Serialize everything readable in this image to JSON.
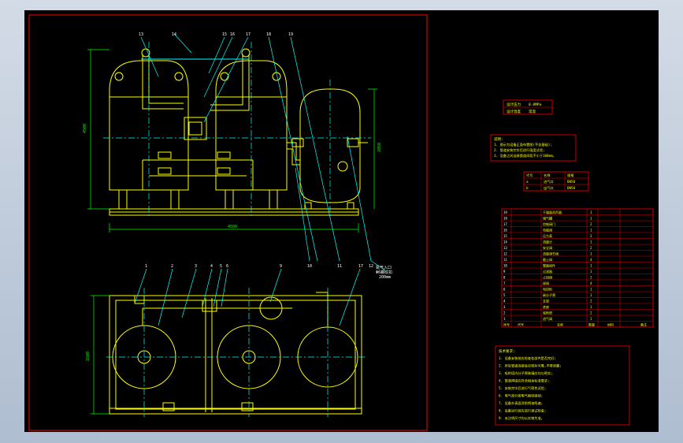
{
  "drawing": {
    "background": "#000000",
    "colors": {
      "outline": "#ff0000",
      "drawing": "#ffff00",
      "centerline": "#00ffff",
      "dim": "#00ff00",
      "text": "#ffffff",
      "accent": "#ff00ff"
    }
  },
  "callouts_top": [
    "13",
    "14",
    "15",
    "16",
    "17",
    "18",
    "19"
  ],
  "callouts_mid": [
    "10",
    "11",
    "12"
  ],
  "callouts_bottom": [
    "1",
    "2",
    "3",
    "4",
    "5",
    "6",
    "9",
    "17"
  ],
  "dims": {
    "width_top": "4500",
    "height_left": "4500",
    "tank_height": "2850",
    "plan_depth": "1600"
  },
  "annotation": {
    "line1": "氮气入口",
    "line2": "Φ6螺纹扣",
    "line3": "200mm"
  },
  "params": {
    "r1_label": "设计压力",
    "r1_value": "0.8MPa",
    "r2_label": "设计温度",
    "r2_value": "常温"
  },
  "notes_top": {
    "title": "说明:",
    "lines": [
      "1. 图示为设备正面布置图(不含基础);",
      "2. 管道安装完毕后进行强度试验;",
      "3. 设备之间连接管道间距不小于100mm。"
    ]
  },
  "connection_table": {
    "headers": [
      "代号",
      "名称",
      "规格"
    ],
    "rows": [
      [
        "a",
        "进气口",
        "DN50"
      ],
      [
        "b",
        "出气口",
        "DN50"
      ]
    ]
  },
  "bom": {
    "rows": [
      [
        "19",
        "",
        "干燥器消声器",
        "1"
      ],
      [
        "18",
        "",
        "储气罐",
        "1"
      ],
      [
        "17",
        "",
        "控制阀门",
        "2"
      ],
      [
        "16",
        "",
        "电磁阀",
        "1"
      ],
      [
        "15",
        "",
        "压力表",
        "2"
      ],
      [
        "14",
        "",
        "流量计",
        "1"
      ],
      [
        "13",
        "",
        "安全阀",
        "2"
      ],
      [
        "12",
        "",
        "流量调节阀",
        "1"
      ],
      [
        "11",
        "",
        "截止阀",
        "4"
      ],
      [
        "10",
        "",
        "管路组件",
        "1"
      ],
      [
        "9",
        "",
        "过滤器",
        "1"
      ],
      [
        "8",
        "",
        "止回阀",
        "2"
      ],
      [
        "7",
        "",
        "球阀",
        "4"
      ],
      [
        "6",
        "",
        "电控柜",
        "1"
      ],
      [
        "5",
        "",
        "碳分子筛",
        "1"
      ],
      [
        "4",
        "",
        "支架",
        "2"
      ],
      [
        "3",
        "",
        "底座",
        "1"
      ],
      [
        "2",
        "",
        "吸附塔",
        "2"
      ],
      [
        "1",
        "",
        "进气阀",
        "1"
      ]
    ],
    "footer": [
      "序号",
      "代号",
      "名称",
      "数量",
      "材料",
      "备注"
    ]
  },
  "notes_bottom": {
    "title": "技术要求:",
    "lines": [
      "1. 设备安装前应检查各部件是否完好;",
      "2. 所有管道连接处应密封可靠,不得泄漏;",
      "3. 吸附塔内分子筛装填应均匀密实;",
      "4. 管道焊接应符合相关标准要求;",
      "5. 安装完毕后进行气密性试验;",
      "6. 电气部分按电气图纸接线;",
      "7. 设备外表面涂防锈漆两遍;",
      "8. 设备运行前应进行调试检查;",
      "9. 未注明尺寸均以实物为准。"
    ]
  }
}
